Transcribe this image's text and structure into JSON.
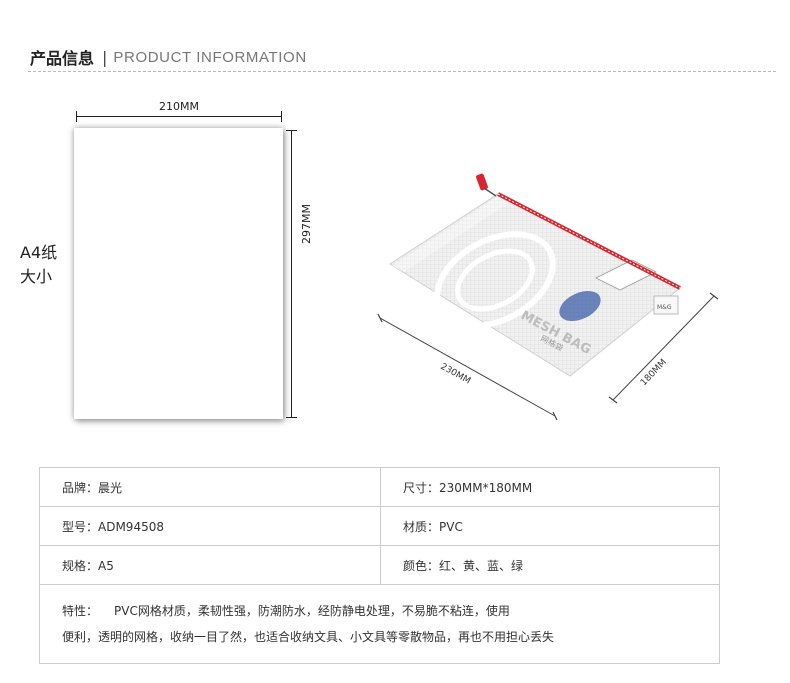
{
  "header": {
    "title_zh": "产品信息",
    "separator": "|",
    "title_en": "PRODUCT INFORMATION"
  },
  "paper": {
    "label_line1": "A4纸",
    "label_line2": "大小",
    "width_label": "210MM",
    "height_label": "297MM"
  },
  "bag": {
    "width_label": "230MM",
    "height_label": "180MM",
    "print_text": "MESH BAG",
    "print_sub": "网格袋",
    "tag_text": "M&G"
  },
  "specs": {
    "brand": "品牌：晨光",
    "size": "尺寸：230MM*180MM",
    "model": "型号：ADM94508",
    "material": "材质：PVC",
    "spec": "规格：A5",
    "colors": "颜色：红、黄、蓝、绿",
    "feature_key": "特性：",
    "feature_line1": "PVC网格材质，柔韧性强，防潮防水，经防静电处理，不易脆不粘连，使用",
    "feature_line2": "便利，透明的网格，收纳一目了然，也适合收纳文具、小文具等零散物品，再也不用担心丢失"
  },
  "colors": {
    "zipper_red": "#d8262f",
    "text_dark": "#222222",
    "border": "#cccccc"
  }
}
